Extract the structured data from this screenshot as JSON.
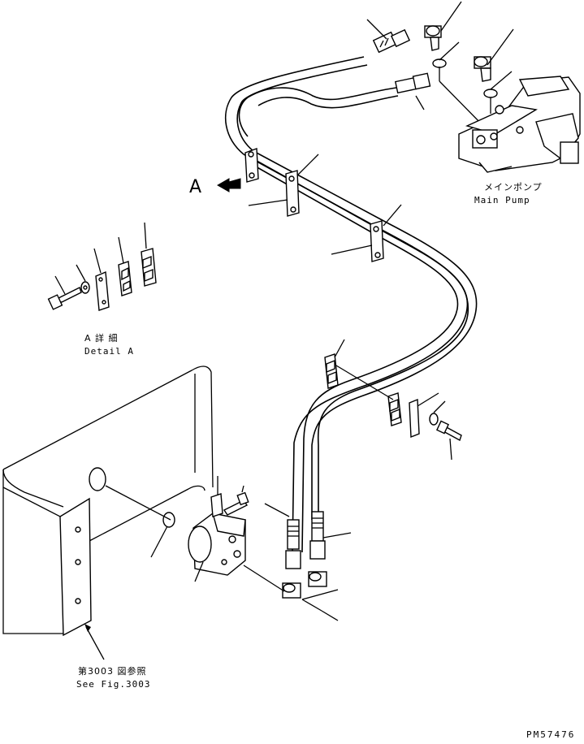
{
  "labels": {
    "view_marker": "A",
    "main_pump_jp": "メインポンプ",
    "main_pump_en": "Main Pump",
    "detail_jp": "A 詳 細",
    "detail_en": "Detail A",
    "see_fig_jp": "第3003 図参照",
    "see_fig_en": "See Fig.3003",
    "drawing_code": "PM57476"
  }
}
